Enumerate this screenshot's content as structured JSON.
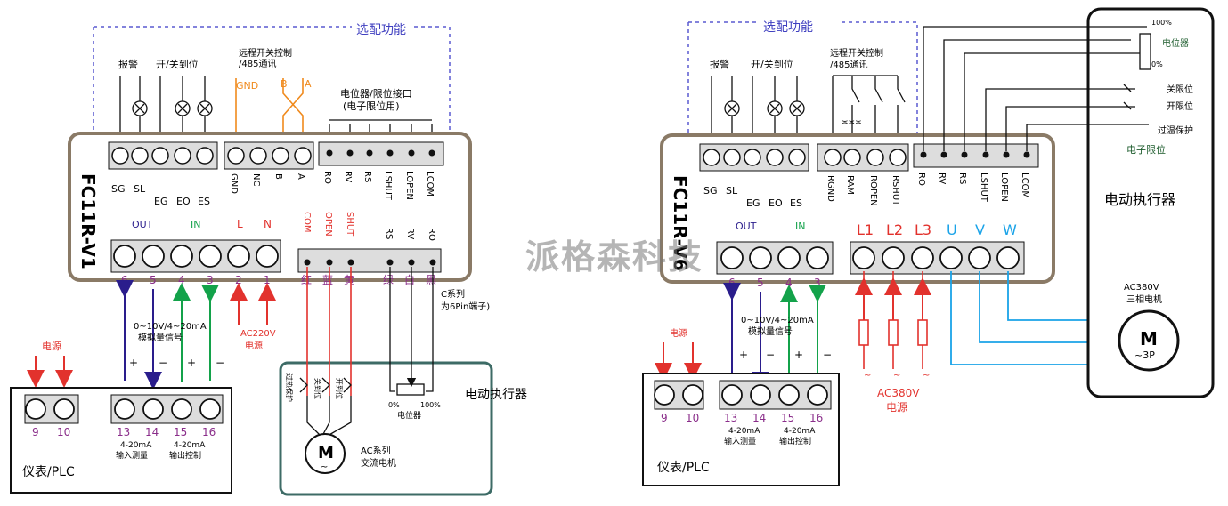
{
  "watermark": "派格森科技",
  "colors": {
    "blue": "#2a1d8c",
    "green": "#13a24a",
    "red": "#e2322d",
    "orange": "#f08a1d",
    "cyan": "#1aa3e8",
    "purple": "#8a2d8a",
    "frame": "#8a7a66",
    "teal": "#3d6b66"
  },
  "left": {
    "optional_label": "选配功能",
    "alarm": "报警",
    "open_close": "开/关到位",
    "remote": "远程开关控制",
    "remote2": "/485通讯",
    "gnd_top": "GND",
    "b_top": "B",
    "a_top": "A",
    "pot_iface": "电位器/限位接口",
    "pot_iface2": "(电子限位用)",
    "model": "FC11R-V1",
    "term_labels": [
      "SG",
      "SL",
      "EG",
      "EO",
      "ES",
      "GND",
      "NC",
      "B",
      "A",
      "RO",
      "RV",
      "RS",
      "LSHUT",
      "LOPEN",
      "LCOM"
    ],
    "out_label": "OUT",
    "in_label": "IN",
    "l_label": "L",
    "n_label": "N",
    "com_label": "COM",
    "open_label": "OPEN",
    "shut_label": "SHUT",
    "rs_label": "RS",
    "rv_label": "RV",
    "ro_label": "RO",
    "big_nums": [
      "6",
      "5",
      "4",
      "3",
      "2",
      "1"
    ],
    "wire_colors": [
      "红",
      "蓝",
      "黄",
      "绿",
      "白",
      "黑"
    ],
    "c_series": "C系列",
    "c_series2": "为6Pin端子)",
    "analog": "0~10V/4~20mA",
    "analog2": "模拟量信号",
    "ac220": "AC220V",
    "power_small": "电源",
    "power_label": "电源",
    "plc_nums": [
      "9",
      "10",
      "13",
      "14",
      "15",
      "16"
    ],
    "in_measure": "4-20mA",
    "in_measure2": "输入测量",
    "out_ctrl": "4-20mA",
    "out_ctrl2": "输出控制",
    "plc_label": "仪表/PLC",
    "actuator": "电动执行器",
    "pot": "电位器",
    "pot0": "0%",
    "pot100": "100%",
    "motor": "M",
    "motor_tilde": "~",
    "ac_series": "AC系列",
    "ac_motor": "交流电机",
    "switch_labels": [
      "过热保护",
      "关到位",
      "开到位"
    ]
  },
  "right": {
    "optional_label": "选配功能",
    "alarm": "报警",
    "open_close": "开/关到位",
    "remote": "远程开关控制",
    "remote2": "/485通讯",
    "model": "FC11R-V6",
    "term_labels": [
      "SG",
      "SL",
      "EG",
      "EO",
      "ES",
      "RGND",
      "RAM",
      "ROPEN",
      "RSHUT",
      "RO",
      "RV",
      "RS",
      "LSHUT",
      "LOPEN",
      "LCOM"
    ],
    "out_label": "OUT",
    "in_label": "IN",
    "phase_labels": [
      "L1",
      "L2",
      "L3",
      "U",
      "V",
      "W"
    ],
    "big_nums": [
      "6",
      "5",
      "4",
      "3"
    ],
    "analog": "0~10V/4~20mA",
    "analog2": "模拟量信号",
    "power_small": "电源",
    "plc_nums": [
      "9",
      "10",
      "13",
      "14",
      "15",
      "16"
    ],
    "in_measure": "4-20mA",
    "in_measure2": "输入测量",
    "out_ctrl": "4-20mA",
    "out_ctrl2": "输出控制",
    "plc_label": "仪表/PLC",
    "ac380": "AC380V",
    "power_label": "电源",
    "pot100": "100%",
    "pot0": "0%",
    "pot": "电位器",
    "close_limit": "关限位",
    "open_limit": "开限位",
    "overheat": "过温保护",
    "elec_limit": "电子限位",
    "actuator": "电动执行器",
    "motor_spec": "AC380V",
    "motor_spec2": "三相电机",
    "motor": "M",
    "motor_3p": "~3P"
  }
}
